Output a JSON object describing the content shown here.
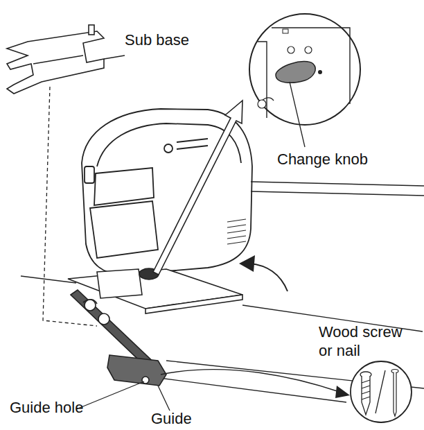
{
  "diagram": {
    "labels": [
      "Sub base",
      "Change knob",
      "Wood screw or nail",
      "Guide hole",
      "Guide"
    ]
  }
}
